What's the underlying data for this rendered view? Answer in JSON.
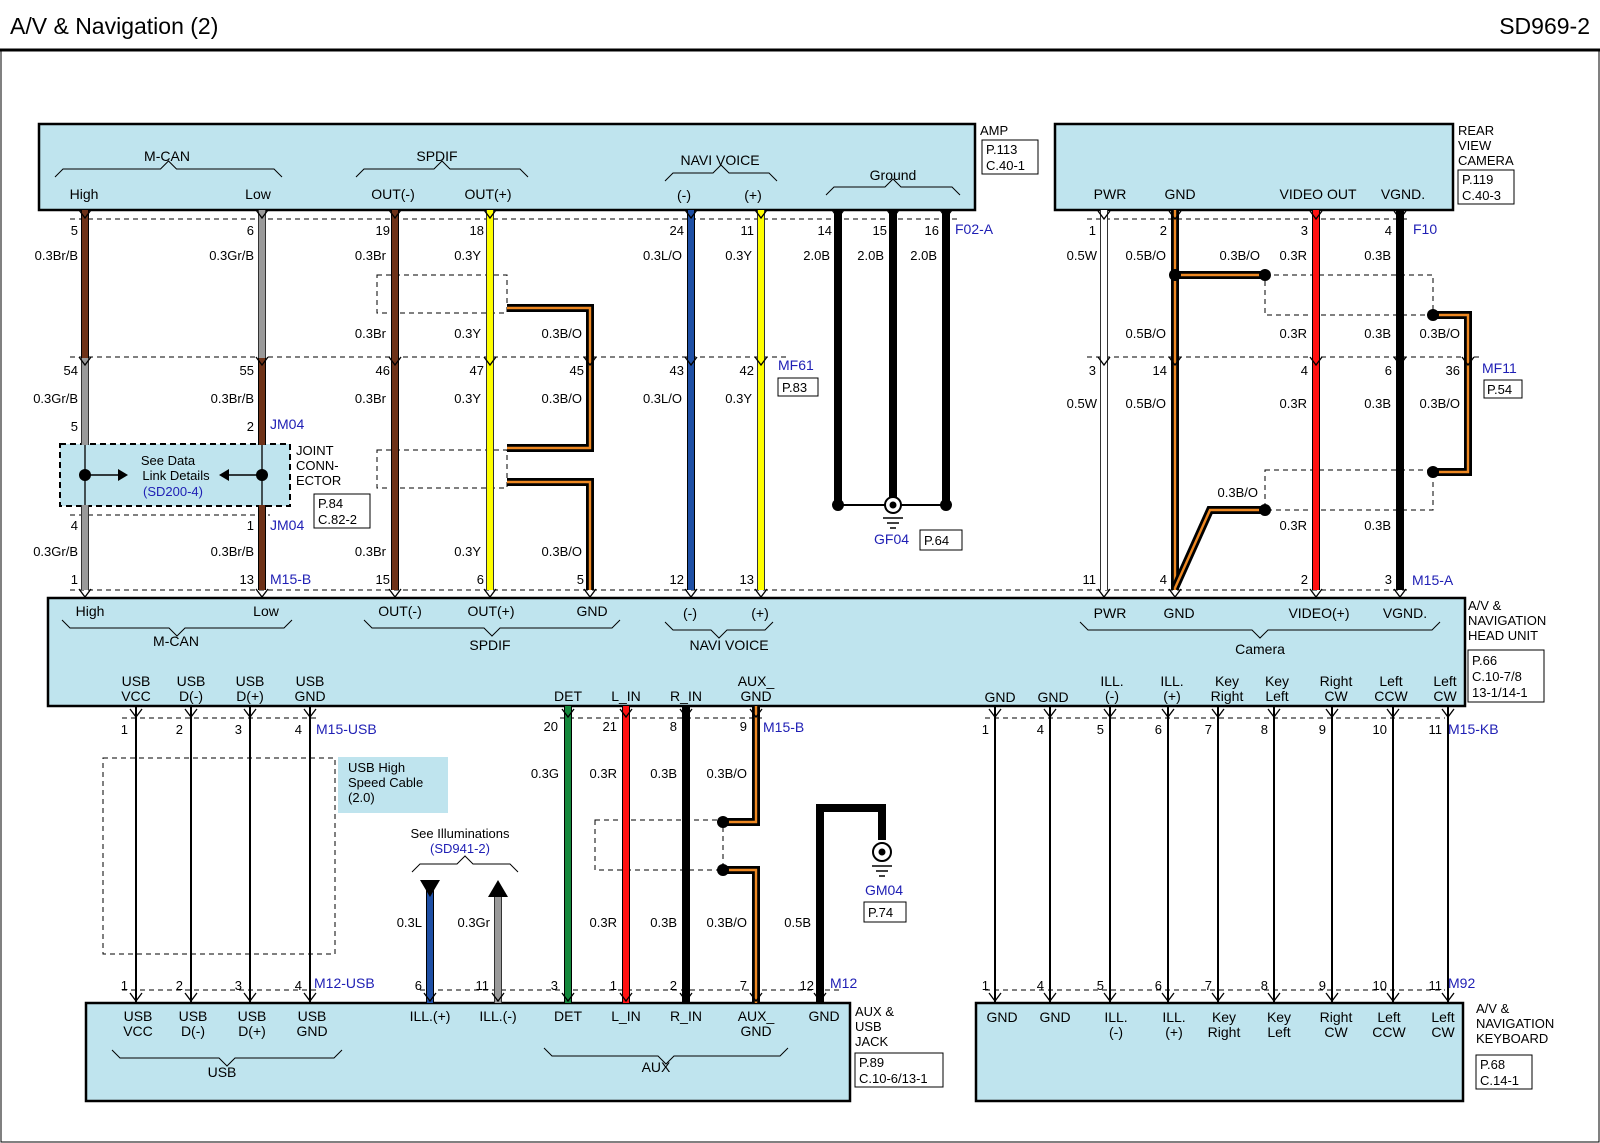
{
  "header": {
    "title": "A/V & Navigation (2)",
    "code": "SD969-2"
  },
  "colors": {
    "component_fill": "#bfe4ee",
    "connector_label": "#1e1eb4",
    "brown": "#6e3218",
    "gray": "#9a9a9a",
    "yellow": "#ffff00",
    "blue": "#1e4fa5",
    "black": "#000000",
    "white": "#ffffff",
    "red": "#ff1010",
    "green": "#14883c",
    "orange": "#ee8822"
  },
  "amp": {
    "name": [
      "AMP"
    ],
    "ref": [
      "P.113",
      "C.40-1"
    ],
    "groups": [
      {
        "label": "M-CAN",
        "pins": [
          "High",
          "Low"
        ]
      },
      {
        "label": "SPDIF",
        "pins": [
          "OUT(-)",
          "OUT(+)"
        ]
      },
      {
        "label": "NAVI VOICE",
        "pins": [
          "(-)",
          "(+)"
        ]
      },
      {
        "label": "Ground",
        "pins": []
      }
    ]
  },
  "rear_camera": {
    "name": [
      "REAR",
      "VIEW",
      "CAMERA"
    ],
    "ref": [
      "P.119",
      "C.40-3"
    ],
    "pins": [
      "PWR",
      "GND",
      "VIDEO OUT",
      "VGND."
    ]
  },
  "head_unit": {
    "name": [
      "A/V &",
      "NAVIGATION",
      "HEAD UNIT"
    ],
    "ref": [
      "P.66",
      "C.10-7/8",
      "13-1/14-1"
    ],
    "groups": [
      {
        "label": "M-CAN",
        "pins": [
          "High",
          "Low"
        ]
      },
      {
        "label": "SPDIF",
        "pins": [
          "OUT(-)",
          "OUT(+)",
          "GND"
        ]
      },
      {
        "label": "NAVI VOICE",
        "pins": [
          "(-)",
          "(+)"
        ]
      },
      {
        "label": "Camera",
        "pins": [
          "PWR",
          "GND",
          "VIDEO(+)",
          "VGND."
        ]
      }
    ],
    "bottom_pins": [
      [
        "USB",
        "VCC"
      ],
      [
        "USB",
        "D(-)"
      ],
      [
        "USB",
        "D(+)"
      ],
      [
        "USB",
        "GND"
      ],
      [
        "DET"
      ],
      [
        "L_IN"
      ],
      [
        "R_IN"
      ],
      [
        "AUX_",
        "GND"
      ],
      [
        "GND"
      ],
      [
        "GND"
      ],
      [
        "ILL.",
        "(-)"
      ],
      [
        "ILL.",
        "(+)"
      ],
      [
        "Key",
        "Right"
      ],
      [
        "Key",
        "Left"
      ],
      [
        "Right",
        "CW"
      ],
      [
        "Left",
        "CCW"
      ],
      [
        "Left",
        "CW"
      ]
    ]
  },
  "aux_usb_jack": {
    "name": [
      "AUX &",
      "USB",
      "JACK"
    ],
    "ref": [
      "P.89",
      "C.10-6/13-1"
    ],
    "pins": [
      [
        "USB",
        "VCC"
      ],
      [
        "USB",
        "D(-)"
      ],
      [
        "USB",
        "D(+)"
      ],
      [
        "USB",
        "GND"
      ],
      [
        "ILL.(+)"
      ],
      [
        "ILL.(-)"
      ],
      [
        "DET"
      ],
      [
        "L_IN"
      ],
      [
        "R_IN"
      ],
      [
        "AUX_",
        "GND"
      ],
      [
        "GND"
      ]
    ],
    "groups": [
      "USB",
      "AUX"
    ]
  },
  "keyboard": {
    "name": [
      "A/V &",
      "NAVIGATION",
      "KEYBOARD"
    ],
    "ref": [
      "P.68",
      "C.14-1"
    ],
    "pins": [
      [
        "GND"
      ],
      [
        "GND"
      ],
      [
        "ILL.",
        "(-)"
      ],
      [
        "ILL.",
        "(+)"
      ],
      [
        "Key",
        "Right"
      ],
      [
        "Key",
        "Left"
      ],
      [
        "Right",
        "CW"
      ],
      [
        "Left",
        "CCW"
      ],
      [
        "Left",
        "CW"
      ]
    ]
  },
  "connectors": {
    "f02a": "F02-A",
    "mf61": "MF61",
    "mf61_ref": "P.83",
    "jm04": "JM04",
    "m15b": "M15-B",
    "f10": "F10",
    "mf11": "MF11",
    "mf11_ref": "P.54",
    "m15a": "M15-A",
    "m15usb": "M15-USB",
    "m15kb": "M15-KB",
    "m12usb": "M12-USB",
    "m12": "M12",
    "m92": "M92",
    "gf04": "GF04",
    "gf04_ref": "P.64",
    "gm04": "GM04",
    "gm04_ref": "P.74"
  },
  "joint": {
    "label": [
      "JOINT",
      "CONN-",
      "ECTOR"
    ],
    "ref": [
      "P.84",
      "C.82-2"
    ],
    "note": [
      "See Data",
      "Link Details"
    ],
    "link": "(SD200-4)"
  },
  "usb_note": [
    "USB High",
    "Speed Cable",
    "(2.0)"
  ],
  "illum_note": {
    "text": "See Illuminations",
    "link": "(SD941-2)"
  },
  "pins": {
    "amp": [
      "5",
      "6",
      "19",
      "18",
      "24",
      "11",
      "14",
      "15",
      "16"
    ],
    "mf61": [
      "54",
      "55",
      "46",
      "47",
      "45",
      "43",
      "42"
    ],
    "jm04_top": [
      "5",
      "2"
    ],
    "jm04_bot": [
      "4",
      "1"
    ],
    "m15b_top": [
      "1",
      "13",
      "15",
      "6",
      "5",
      "12",
      "13"
    ],
    "cam": [
      "1",
      "2",
      "3",
      "4"
    ],
    "mf11": [
      "3",
      "14",
      "4",
      "6",
      "36"
    ],
    "m15a": [
      "11",
      "4",
      "2",
      "3"
    ],
    "m15usb": [
      "1",
      "2",
      "3",
      "4"
    ],
    "m15b_bot": [
      "20",
      "21",
      "8",
      "9"
    ],
    "m15kb": [
      "1",
      "4",
      "5",
      "6",
      "7",
      "8",
      "9",
      "10",
      "11"
    ],
    "m12usb": [
      "1",
      "2",
      "3",
      "4"
    ],
    "m12": [
      "6",
      "11",
      "3",
      "1",
      "2",
      "7",
      "12"
    ],
    "m92": [
      "1",
      "4",
      "5",
      "6",
      "7",
      "8",
      "9",
      "10",
      "11"
    ]
  },
  "wires": {
    "mcan_high": [
      "0.3Br/B",
      "0.3Gr/B",
      "0.3Gr/B"
    ],
    "mcan_low": [
      "0.3Gr/B",
      "0.3Br/B",
      "0.3Br/B"
    ],
    "spdif_minus": [
      "0.3Br",
      "0.3Br",
      "0.3Br",
      "0.3Br"
    ],
    "spdif_plus": [
      "0.3Y",
      "0.3Y",
      "0.3Y",
      "0.3Y"
    ],
    "spdif_shield": [
      "0.3B/O",
      "0.3B/O",
      "0.3B/O"
    ],
    "navi_minus": [
      "0.3L/O",
      "0.3L/O"
    ],
    "navi_plus": [
      "0.3Y",
      "0.3Y"
    ],
    "amp_ground": [
      "2.0B",
      "2.0B",
      "2.0B"
    ],
    "cam_pwr": [
      "0.5W",
      "0.5W"
    ],
    "cam_gnd": [
      "0.5B/O",
      "0.5B/O",
      "0.5B/O"
    ],
    "cam_video": [
      "0.3R",
      "0.3R",
      "0.3R",
      "0.3R"
    ],
    "cam_vgnd": [
      "0.3B",
      "0.3B",
      "0.3B",
      "0.3B"
    ],
    "cam_shield": [
      "0.3B/O",
      "0.3B/O",
      "0.3B/O",
      "0.3B/O"
    ],
    "aux": [
      "0.3G",
      "0.3R",
      "0.3B",
      "0.3B/O",
      "0.3R",
      "0.3B",
      "0.3B/O",
      "0.5B"
    ],
    "illum": [
      "0.3L",
      "0.3Gr"
    ]
  }
}
